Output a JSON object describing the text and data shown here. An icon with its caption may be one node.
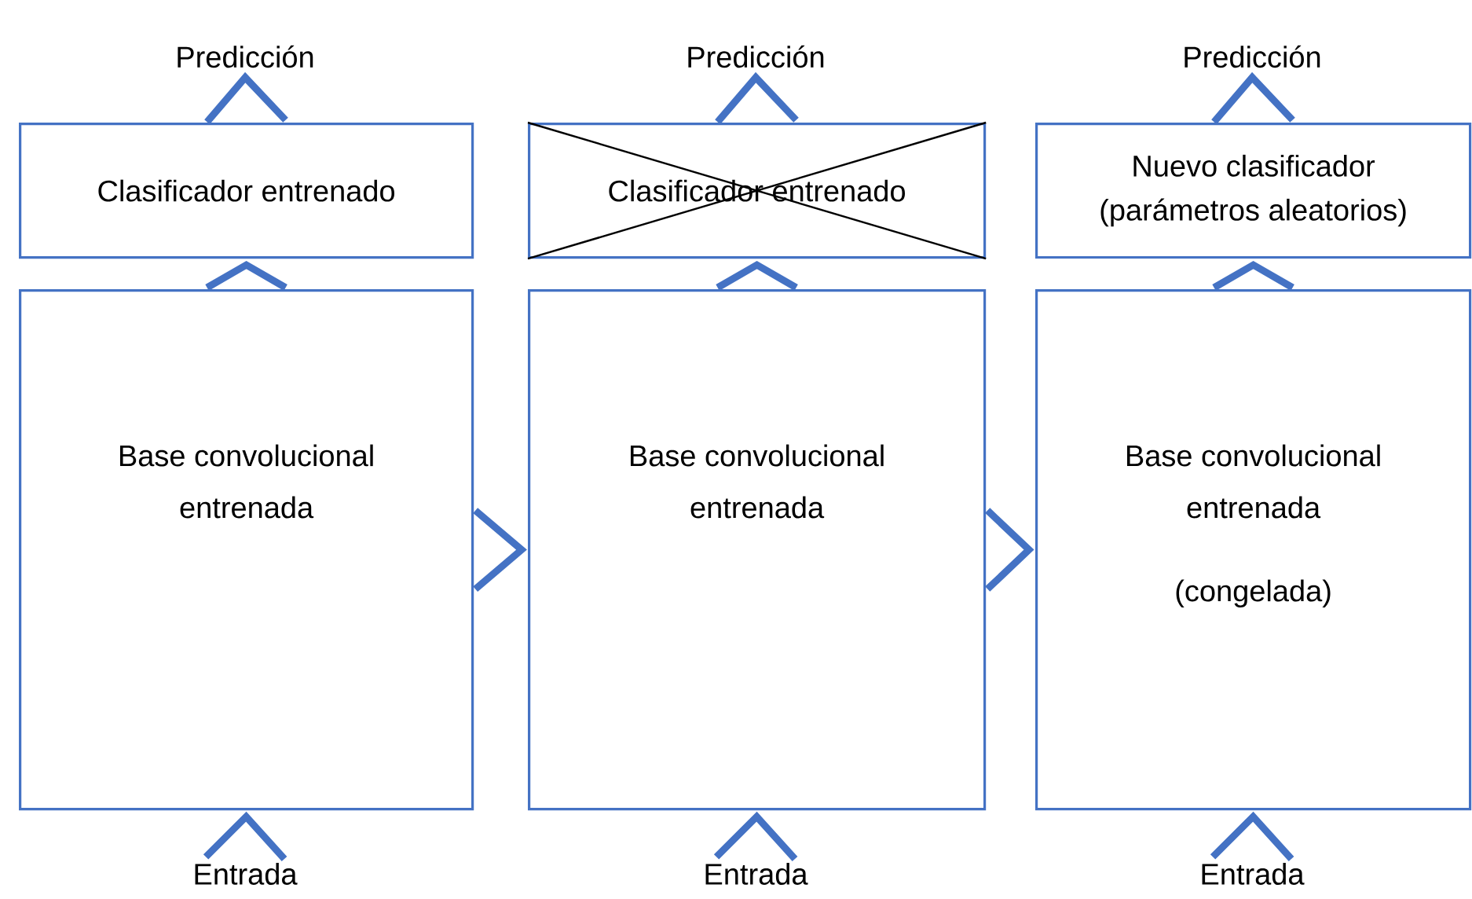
{
  "diagram": {
    "nodes": [
      {
        "text": [
          "Predicción"
        ]
      },
      {
        "text": [
          "Predicción"
        ]
      },
      {
        "text": [
          "Predicción"
        ]
      },
      {
        "text": [
          "Clasificador entrenado"
        ]
      },
      {
        "text": [
          "Clasificador entrenado"
        ]
      },
      {
        "text": [
          "Nuevo clasificador (parámetros aleatorios)"
        ]
      },
      {
        "text": [
          "Base convolucional entrenada"
        ]
      },
      {
        "text": [
          "Base convolucional entrenada"
        ]
      },
      {
        "text": [
          "Base convolucional entrenada",
          "(congelada)"
        ]
      },
      {
        "text": [
          "Entrada"
        ]
      },
      {
        "text": [
          "Entrada"
        ]
      },
      {
        "text": [
          "Entrada"
        ]
      }
    ],
    "edges": [
      {
        "from": 9,
        "to": 6,
        "arrow": "to"
      },
      {
        "from": 6,
        "to": 3,
        "arrow": "to"
      },
      {
        "from": 3,
        "to": 0,
        "arrow": "to"
      },
      {
        "from": 10,
        "to": 7,
        "arrow": "to"
      },
      {
        "from": 7,
        "to": 4,
        "arrow": "to"
      },
      {
        "from": 4,
        "to": 1,
        "arrow": "to"
      },
      {
        "from": 11,
        "to": 8,
        "arrow": "to"
      },
      {
        "from": 8,
        "to": 5,
        "arrow": "to"
      },
      {
        "from": 5,
        "to": 2,
        "arrow": "to"
      },
      {
        "from": 6,
        "to": 7,
        "arrow": "to"
      },
      {
        "from": 7,
        "to": 8,
        "arrow": "to"
      }
    ]
  }
}
